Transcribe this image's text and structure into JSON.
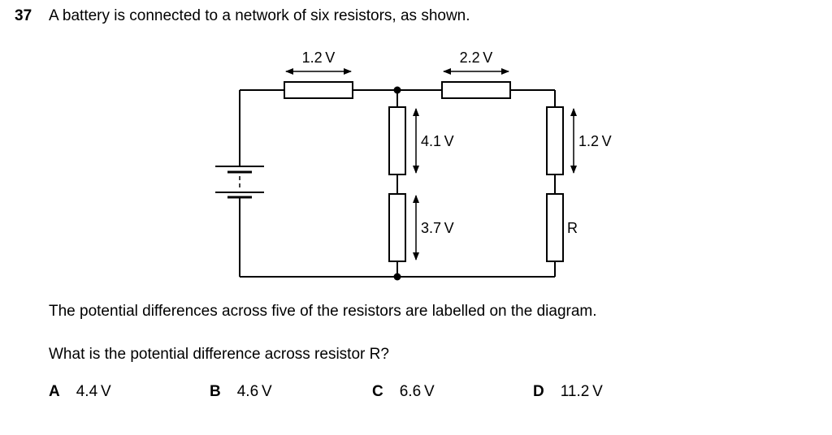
{
  "question": {
    "number": "37",
    "stem": "A battery is connected to a network of six resistors, as shown."
  },
  "diagram": {
    "labels": {
      "top_left": "1.2 V",
      "top_right": "2.2 V",
      "middle_upper": "4.1 V",
      "middle_lower": "3.7 V",
      "right_upper": "1.2 V",
      "right_lower": "R"
    }
  },
  "text": {
    "paragraph1": "The potential differences across five of the resistors are labelled on the diagram.",
    "paragraph2": "What is the potential difference across resistor R?"
  },
  "options": [
    {
      "letter": "A",
      "value": "4.4 V"
    },
    {
      "letter": "B",
      "value": "4.6 V"
    },
    {
      "letter": "C",
      "value": "6.6 V"
    },
    {
      "letter": "D",
      "value": "11.2 V"
    }
  ]
}
